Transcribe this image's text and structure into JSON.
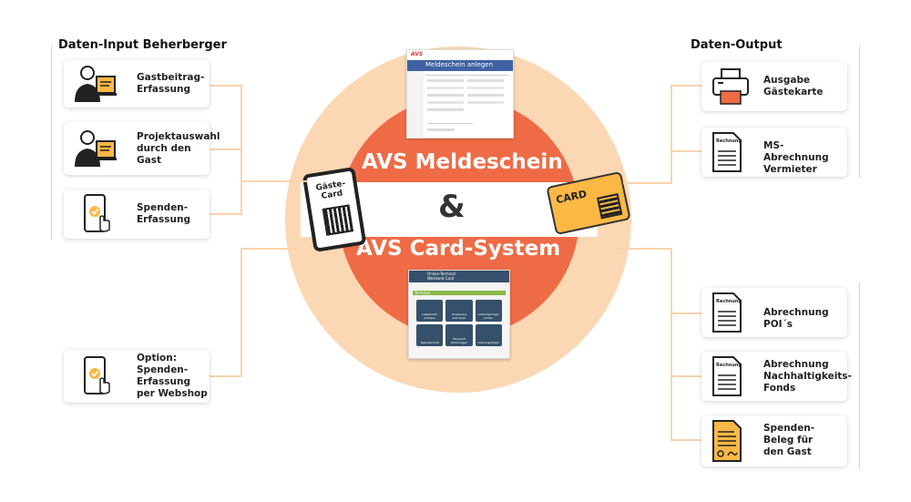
{
  "input": {
    "heading": "Daten-Input Beherberger",
    "items": [
      {
        "label": "Gastbeitrag-\nErfassung",
        "icon": "person-at-computer-icon"
      },
      {
        "label": "Projektauswahl\ndurch den\nGast",
        "icon": "person-at-computer-icon"
      },
      {
        "label": "Spenden-\nErfassung",
        "icon": "smartphone-touch-icon"
      },
      {
        "label": "Option:\nSpenden-\nErfassung\nper Webshop",
        "icon": "smartphone-touch-icon"
      }
    ]
  },
  "output": {
    "heading": "Daten-Output",
    "items": [
      {
        "label": "Ausgabe\nGästekarte",
        "icon": "card-printer-icon"
      },
      {
        "label": "MS-Abrechnung\nVermieter",
        "icon": "invoice-document-icon"
      },
      {
        "label": "Abrechnung POI´s",
        "icon": "invoice-document-icon"
      },
      {
        "label": "Abrechnung\nNachhaltigkeits-\nFonds",
        "icon": "invoice-document-icon"
      },
      {
        "label": "Spenden-\nBeleg für\nden Gast",
        "icon": "certificate-document-icon"
      }
    ]
  },
  "center": {
    "title_top": "AVS Meldeschein",
    "ampersand": "&",
    "title_bottom": "AVS Card-System",
    "phone_card_label": "Gäste-\nCard",
    "card_label": "CARD",
    "doc_heading": "Rechnung",
    "meldeschein_screen": {
      "logo": "AVS",
      "heading": "Meldeschein anlegen"
    },
    "cardsystem_screen": {
      "header_line1": "Online-Terminal",
      "header_line2": "Westland Card",
      "section": "Terminal",
      "tiles": [
        "Gästekarte\nerfassen",
        "Zuweisung\naktivieren",
        "Leistungsträger\nprüfen",
        "Tagesberichte",
        "Übersicht Einlösungen",
        "Leistungsträger"
      ]
    }
  },
  "colors": {
    "orange": "#ef6b45",
    "peach": "#fcd7b3",
    "connector": "#fad3ad",
    "card_yellow": "#fbb845",
    "screen_blue": "#34506a"
  }
}
